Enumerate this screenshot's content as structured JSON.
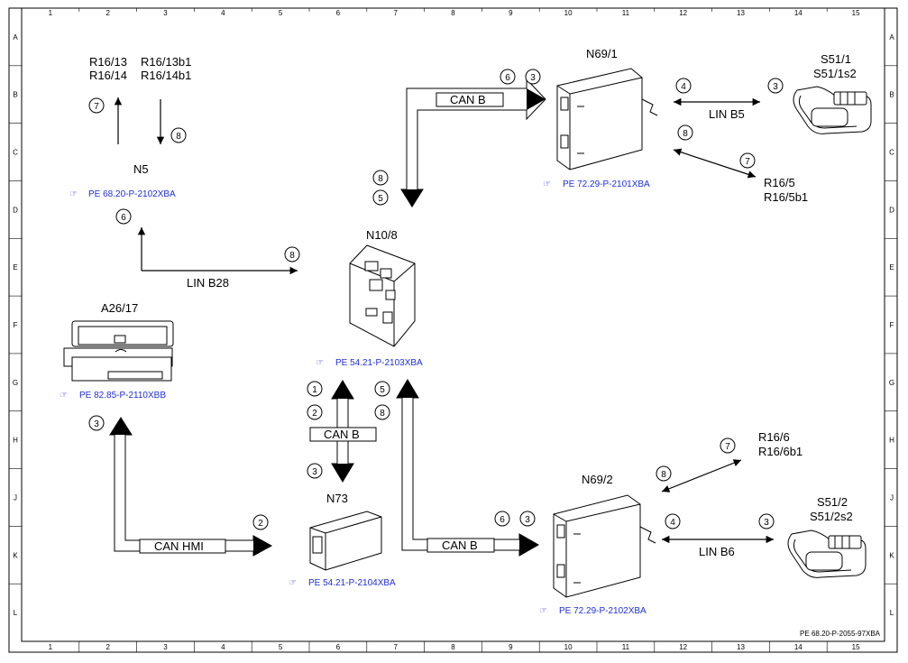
{
  "grid": {
    "columns": [
      "1",
      "2",
      "3",
      "4",
      "5",
      "6",
      "7",
      "8",
      "9",
      "10",
      "11",
      "12",
      "13",
      "14",
      "15"
    ],
    "rows": [
      "A",
      "B",
      "C",
      "D",
      "E",
      "F",
      "G",
      "H",
      "J",
      "K",
      "L"
    ]
  },
  "components": {
    "r16_top": {
      "line1a": "R16/13",
      "line1b": "R16/13b1",
      "line2a": "R16/14",
      "line2b": "R16/14b1"
    },
    "n5": {
      "name": "N5",
      "ref": "PE 68.20-P-2102XBA"
    },
    "a26": {
      "name": "A26/17",
      "ref": "PE 82.85-P-2110XBB"
    },
    "n10": {
      "name": "N10/8",
      "ref": "PE 54.21-P-2103XBA"
    },
    "n73": {
      "name": "N73",
      "ref": "PE 54.21-P-2104XBA"
    },
    "n69_1": {
      "name": "N69/1",
      "ref": "PE 72.29-P-2101XBA"
    },
    "n69_2": {
      "name": "N69/2",
      "ref": "PE 72.29-P-2102XBA"
    },
    "s51_1": {
      "line1": "S51/1",
      "line2": "S51/1s2"
    },
    "s51_2": {
      "line1": "S51/2",
      "line2": "S51/2s2"
    },
    "r16_5": {
      "line1": "R16/5",
      "line2": "R16/5b1"
    },
    "r16_6": {
      "line1": "R16/6",
      "line2": "R16/6b1"
    }
  },
  "buses": {
    "lin_b28": "LIN B28",
    "lin_b5": "LIN B5",
    "lin_b6": "LIN B6",
    "can_b_top": "CAN B",
    "can_b_mid": "CAN B",
    "can_b_bottom": "CAN B",
    "can_hmi": "CAN HMI"
  },
  "markers": {
    "n5_7": "7",
    "n5_8": "8",
    "n5_6": "6",
    "lin28_8": "8",
    "top_6": "6",
    "top_3": "3",
    "canb_8": "8",
    "canb_5": "5",
    "linb5_4": "4",
    "s51_3": "3",
    "n69_8": "8",
    "r165_7": "7",
    "mid_1": "1",
    "mid_2": "2",
    "mid_3": "3",
    "mid_5": "5",
    "mid_8": "8",
    "a26_3": "3",
    "hmi_2": "2",
    "bot_6": "6",
    "bot_3": "3",
    "r166_7": "7",
    "r166_8": "8",
    "linb6_4": "4",
    "s512_3": "3"
  },
  "footer_ref": "PE 68.20-P-2055-97XBA"
}
